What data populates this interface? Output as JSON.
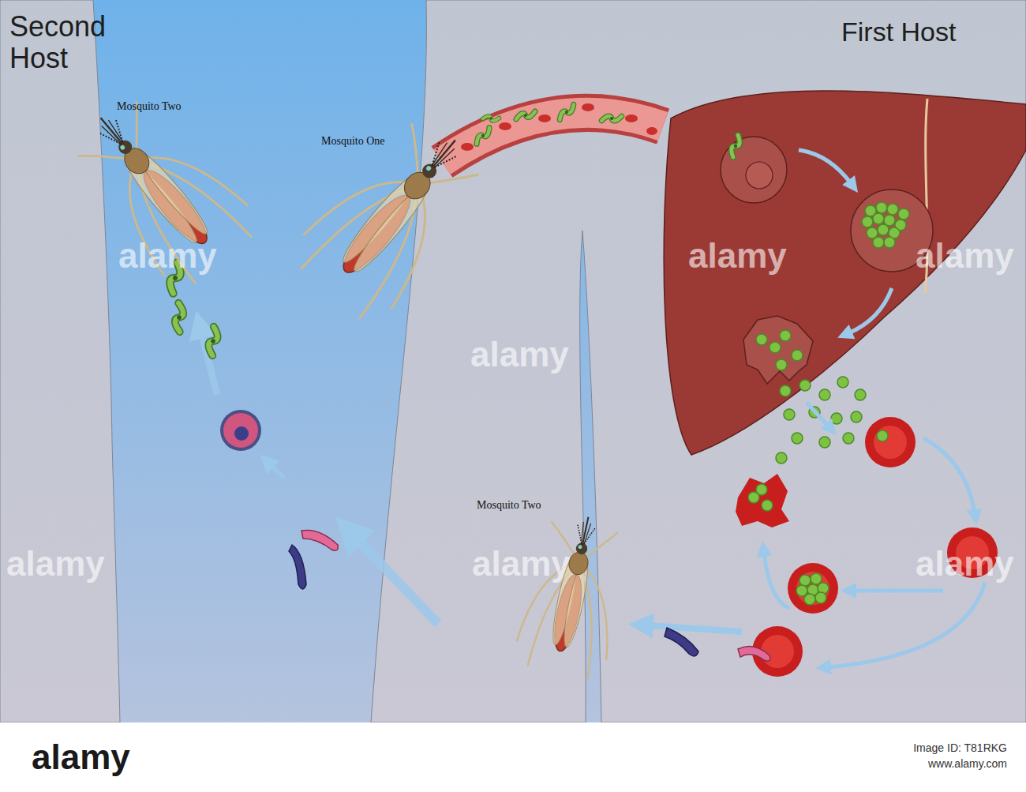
{
  "diagram": {
    "labels": [
      "Second Host",
      "First Host",
      "Mosquito Two",
      "Mosquito One",
      "Mosquito Two",
      "alamy",
      "alamy",
      "alamy",
      "alamy",
      "alamy",
      "alamy",
      "alamy",
      "alamy",
      "Image ID: T81RKG",
      "www.alamy.com"
    ]
  }
}
